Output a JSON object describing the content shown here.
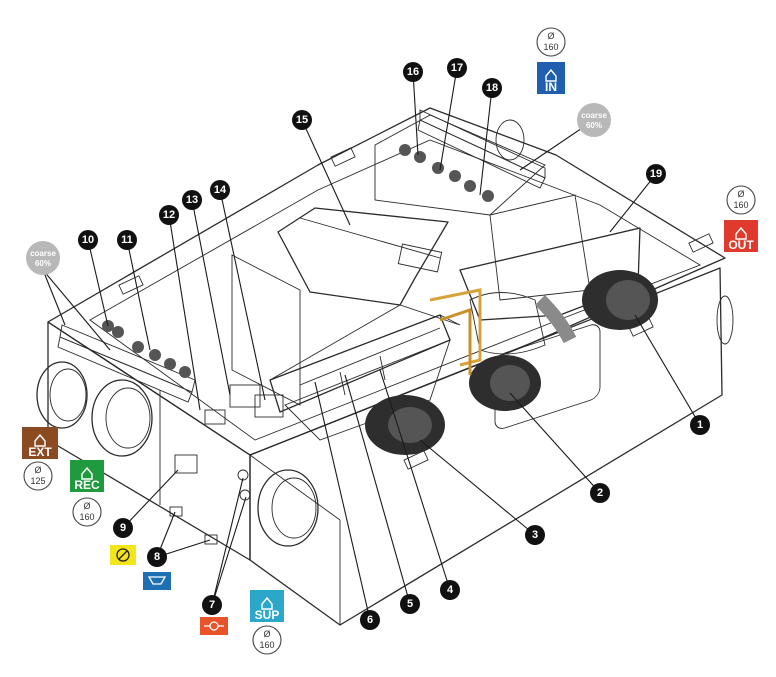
{
  "colors": {
    "in_badge": "#1f5fae",
    "out_badge": "#e03a2f",
    "ext_badge": "#8b4a1f",
    "rec_badge": "#1f9a3d",
    "sup_badge": "#2aa7c9",
    "power_badge": "#f3e51a",
    "drain_badge": "#1f70b3",
    "valve_badge": "#e8532a",
    "filter_badge": "#b8b8b8",
    "green_panel": "#4cae5e",
    "blue_coil": "#8fd0ee",
    "orange_panel": "#f1a77a",
    "yellow_filter": "#f0d22a"
  },
  "ports": {
    "in": {
      "label": "IN",
      "icon": "house-in-icon",
      "diameter_symbol": "Ø",
      "diameter": "160"
    },
    "out": {
      "label": "OUT",
      "icon": "house-out-icon",
      "diameter_symbol": "Ø",
      "diameter": "160"
    },
    "ext": {
      "label": "EXT",
      "icon": "house-ext-icon",
      "diameter_symbol": "Ø",
      "diameter": "125"
    },
    "rec": {
      "label": "REC",
      "icon": "house-rec-icon",
      "diameter_symbol": "Ø",
      "diameter": "160"
    },
    "sup": {
      "label": "SUP",
      "icon": "house-sup-icon",
      "diameter_symbol": "Ø",
      "diameter": "160"
    }
  },
  "filters": [
    {
      "line1": "coarse",
      "line2": "60%"
    },
    {
      "line1": "coarse",
      "line2": "60%"
    }
  ],
  "badges": {
    "power_icon": "power-plug-icon",
    "drain_icon": "drain-tray-icon",
    "valve_icon": "valve-icon"
  },
  "callouts": [
    "1",
    "2",
    "3",
    "4",
    "5",
    "6",
    "7",
    "8",
    "9",
    "10",
    "11",
    "12",
    "13",
    "14",
    "15",
    "16",
    "17",
    "18",
    "19"
  ]
}
